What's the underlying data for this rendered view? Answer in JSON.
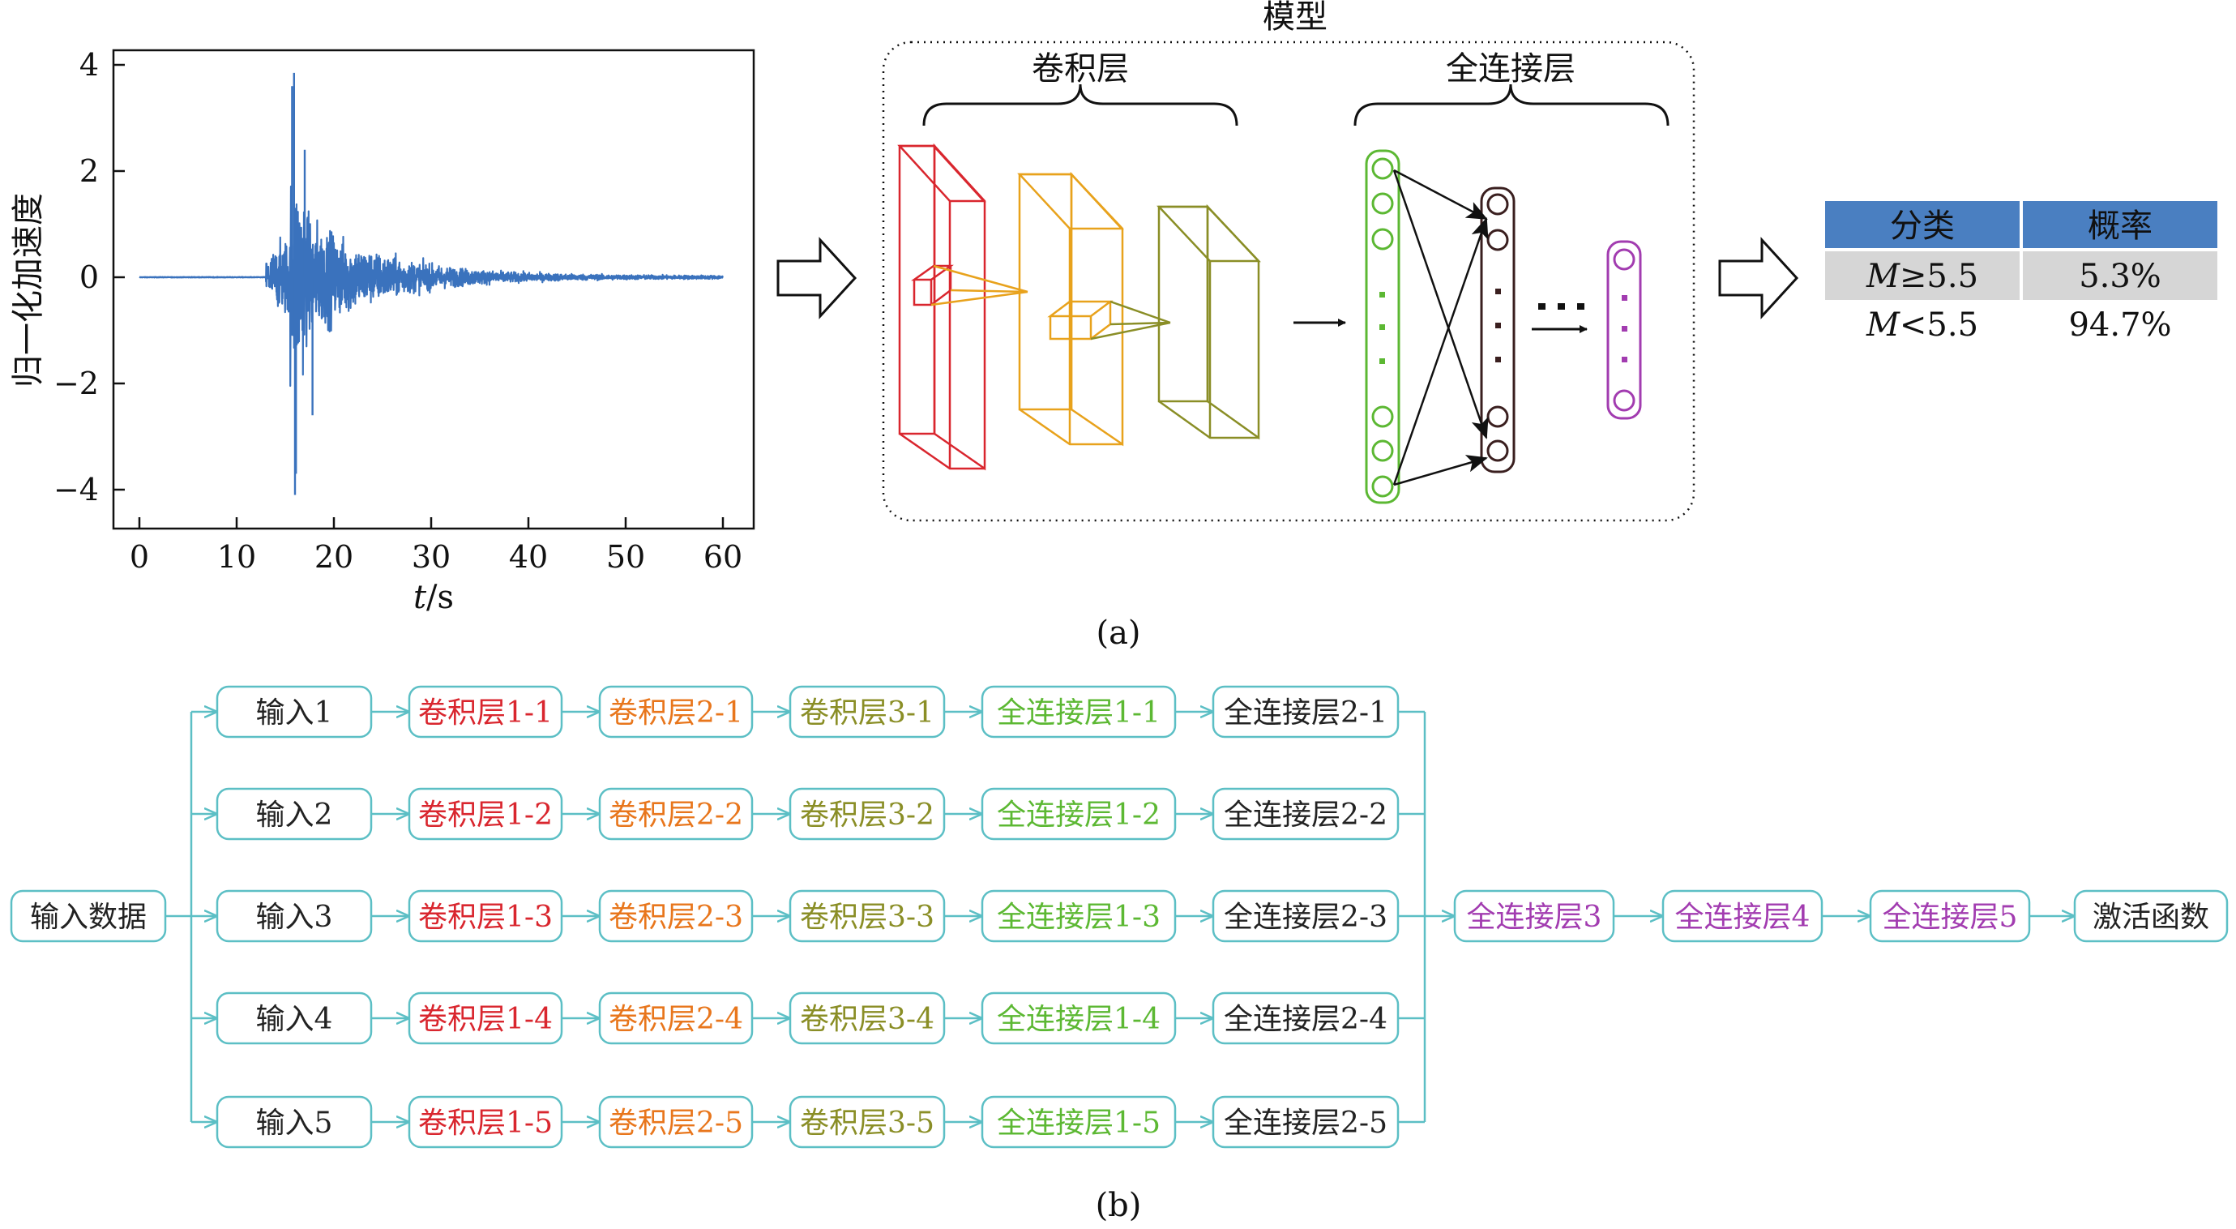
{
  "panel_a": {
    "caption": "(a)",
    "plot": {
      "ylabel": "归一化加速度",
      "xlabel_var": "t",
      "xlabel_unit": "/s",
      "xticks": [
        "0",
        "10",
        "20",
        "30",
        "40",
        "50",
        "60"
      ],
      "yticks": [
        "4",
        "2",
        "0",
        "−2",
        "−4"
      ],
      "line_color": "#3a72bd"
    },
    "model": {
      "title": "模型",
      "conv_label": "卷积层",
      "fc_label": "全连接层"
    },
    "output_table": {
      "headers": [
        "分类",
        "概率"
      ],
      "rows": [
        {
          "var": "M",
          "rel": "≥5.5",
          "prob": "5.3%"
        },
        {
          "var": "M",
          "rel": "<5.5",
          "prob": "94.7%"
        }
      ],
      "header_color": "#4a7fc1",
      "highlight_color": "#d6d6d6"
    }
  },
  "panel_b": {
    "caption": "(b)",
    "input_node": "输入数据",
    "branches": [
      {
        "input": "输入1",
        "conv1": "卷积层1-1",
        "conv2": "卷积层2-1",
        "conv3": "卷积层3-1",
        "fc1": "全连接层1-1",
        "fc2": "全连接层2-1"
      },
      {
        "input": "输入2",
        "conv1": "卷积层1-2",
        "conv2": "卷积层2-2",
        "conv3": "卷积层3-2",
        "fc1": "全连接层1-2",
        "fc2": "全连接层2-2"
      },
      {
        "input": "输入3",
        "conv1": "卷积层1-3",
        "conv2": "卷积层2-3",
        "conv3": "卷积层3-3",
        "fc1": "全连接层1-3",
        "fc2": "全连接层2-3"
      },
      {
        "input": "输入4",
        "conv1": "卷积层1-4",
        "conv2": "卷积层2-4",
        "conv3": "卷积层3-4",
        "fc1": "全连接层1-4",
        "fc2": "全连接层2-4"
      },
      {
        "input": "输入5",
        "conv1": "卷积层1-5",
        "conv2": "卷积层2-5",
        "conv3": "卷积层3-5",
        "fc1": "全连接层1-5",
        "fc2": "全连接层2-5"
      }
    ],
    "tail": [
      "全连接层3",
      "全连接层4",
      "全连接层5",
      "激活函数"
    ],
    "colors": {
      "border": "#5cbfc5",
      "conv1": "#d9262e",
      "conv2": "#e8761c",
      "conv3": "#8a8e26",
      "fc1": "#5cb833",
      "fc2": "#222222",
      "fc_tail": "#a23cb0",
      "plain": "#222222"
    }
  }
}
